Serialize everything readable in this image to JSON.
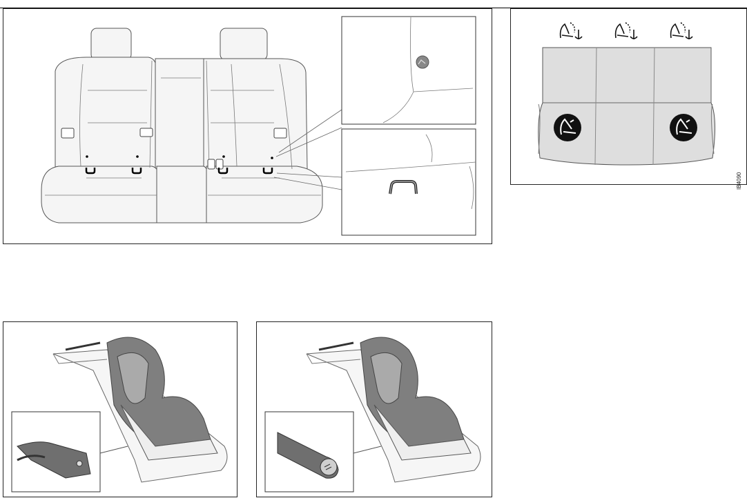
{
  "figures": {
    "seat_overview": {
      "icon": "rear-bench-with-isofix-anchors"
    },
    "seat_map": {
      "figure_code": "IB4090",
      "top_icons": [
        "child-seat-anchor-icon",
        "child-seat-anchor-icon",
        "child-seat-anchor-icon"
      ],
      "isofix_positions": [
        "left",
        "right"
      ],
      "icon": "isofix-child-seat-icon"
    },
    "install_step_1": {
      "icon": "child-seat-isofix-connector"
    },
    "install_step_2": {
      "icon": "child-seat-isofix-latched"
    }
  },
  "colors": {
    "line": "#4a4a4a",
    "seat_fill": "#f4f4f4",
    "map_fill": "#dedede",
    "child_seat": "#7f7f7f",
    "icon_black": "#111111"
  }
}
